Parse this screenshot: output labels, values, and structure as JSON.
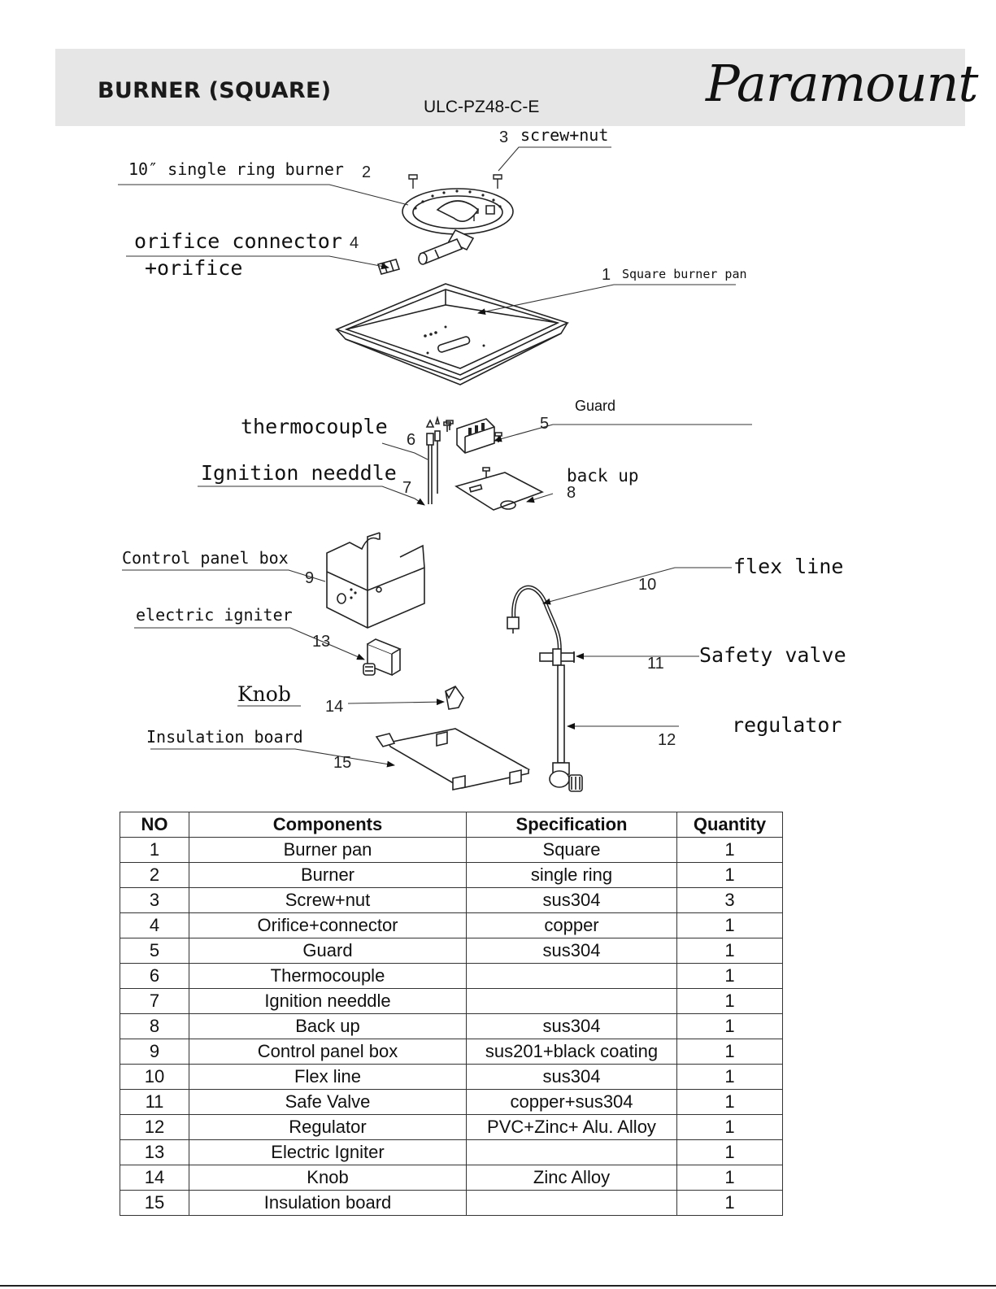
{
  "header": {
    "title": "BURNER (SQUARE)",
    "model": "ULC-PZ48-C-E",
    "brand": "Paramount"
  },
  "callouts": [
    {
      "id": "screw",
      "text": "screw+nut",
      "number": "3"
    },
    {
      "id": "burner",
      "text": "10″ single ring burner",
      "number": "2"
    },
    {
      "id": "orifice",
      "text": "orifice connector",
      "text2": "+orifice",
      "number": "4"
    },
    {
      "id": "pan",
      "text": "Square burner pan",
      "number": "1"
    },
    {
      "id": "guard",
      "text": "Guard",
      "number": "5"
    },
    {
      "id": "thermocouple",
      "text": "thermocouple",
      "number": "6"
    },
    {
      "id": "needle",
      "text": "Ignition needdle",
      "number": "7"
    },
    {
      "id": "backup",
      "text": "back up",
      "number": "8"
    },
    {
      "id": "controlbox",
      "text": "Control panel box",
      "number": "9"
    },
    {
      "id": "flex",
      "text": "flex line",
      "number": "10"
    },
    {
      "id": "safety",
      "text": "Safety valve",
      "number": "11"
    },
    {
      "id": "regulator",
      "text": "regulator",
      "number": "12"
    },
    {
      "id": "igniter",
      "text": "electric igniter",
      "number": "13"
    },
    {
      "id": "knob",
      "text": "Knob",
      "number": "14"
    },
    {
      "id": "insulation",
      "text": "Insulation board",
      "number": "15"
    }
  ],
  "table": {
    "headers": [
      "NO",
      "Components",
      "Specification",
      "Quantity"
    ],
    "rows": [
      [
        "1",
        "Burner pan",
        "Square",
        "1"
      ],
      [
        "2",
        "Burner",
        "single ring",
        "1"
      ],
      [
        "3",
        "Screw+nut",
        "sus304",
        "3"
      ],
      [
        "4",
        "Orifice+connector",
        "copper",
        "1"
      ],
      [
        "5",
        "Guard",
        "sus304",
        "1"
      ],
      [
        "6",
        "Thermocouple",
        "",
        "1"
      ],
      [
        "7",
        "Ignition needdle",
        "",
        "1"
      ],
      [
        "8",
        "Back up",
        "sus304",
        "1"
      ],
      [
        "9",
        "Control panel box",
        "sus201+black coating",
        "1"
      ],
      [
        "10",
        "Flex line",
        "sus304",
        "1"
      ],
      [
        "11",
        "Safe Valve",
        "copper+sus304",
        "1"
      ],
      [
        "12",
        "Regulator",
        "PVC+Zinc+ Alu. Alloy",
        "1"
      ],
      [
        "13",
        "Electric Igniter",
        "",
        "1"
      ],
      [
        "14",
        "Knob",
        "Zinc Alloy",
        "1"
      ],
      [
        "15",
        "Insulation board",
        "",
        "1"
      ]
    ]
  }
}
